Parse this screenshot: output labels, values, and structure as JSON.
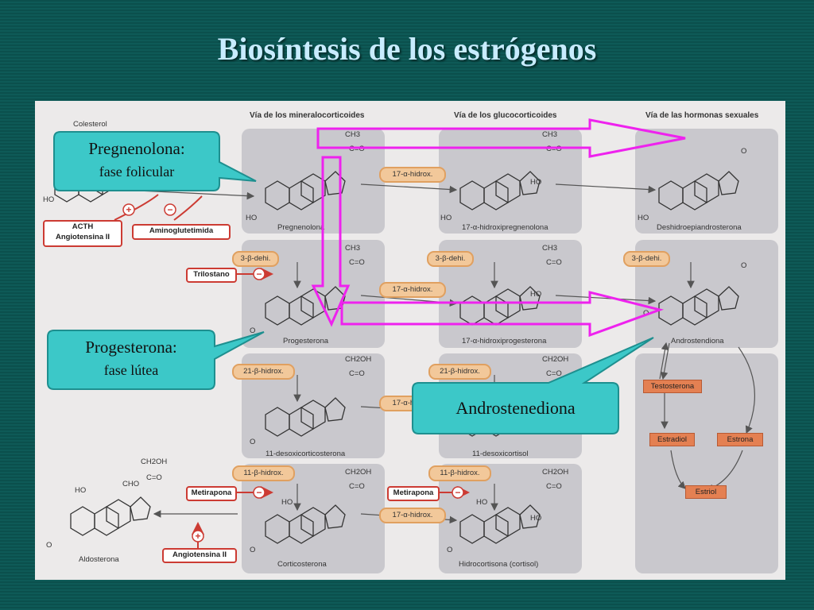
{
  "title": "Biosíntesis de los estrógenos",
  "columns": {
    "mineral": "Vía de los mineralocorticoides",
    "gluco": "Vía de los glucocorticoides",
    "sexual": "Vía de las hormonas sexuales"
  },
  "compounds": {
    "colesterol": "Colesterol",
    "pregnenolona": "Pregnenolona",
    "hidroxipregnenolona": "17-α-hidroxipregnenolona",
    "deshidroepiandrosterona": "Deshidroepiandrosterona",
    "progesterona": "Progesterona",
    "hidroxiprogesterona": "17-α-hidroxiprogesterona",
    "androstendiona": "Androstendiona",
    "desoxicorticosterona": "11-desoxicorticosterona",
    "desoxicortisol": "11-desoxicortisol",
    "corticosterona": "Corticosterona",
    "hidrocortisona": "Hidrocortisona (cortisol)",
    "aldosterona": "Aldosterona"
  },
  "enzymes": {
    "hidrox17": "17-α-hidrox.",
    "dehi3": "3-β-dehi.",
    "hidrox21": "21-β-hidrox.",
    "hidrox11": "11-β-hidrox."
  },
  "regulators": {
    "acth": "ACTH",
    "angiotensina": "Angiotensina II",
    "aminoglutetimida": "Aminoglutetimida",
    "trilostano": "Trilostano",
    "metirapona": "Metirapona"
  },
  "hormones": {
    "testosterona": "Testosterona",
    "estradiol": "Estradiol",
    "estrona": "Estrona",
    "estriol": "Estriol"
  },
  "groups": {
    "ch3": "CH3",
    "ch2oh": "CH2OH",
    "co": "C=O",
    "ho": "HO",
    "o": "O",
    "cho": "CHO",
    "plus": "+",
    "minus": "−"
  },
  "callouts": {
    "pregnenolona_l1": "Pregnenolona:",
    "pregnenolona_l2": "fase folicular",
    "progesterona_l1": "Progesterona:",
    "progesterona_l2": "fase lútea",
    "androstenediona": "Androstenediona"
  },
  "colors": {
    "background": "#0e5a57",
    "title": "#c8ecff",
    "callout_fill": "#3cc8c8",
    "callout_border": "#1e8f8f",
    "magenta_arrow": "#ee22ee",
    "panel": "#c9c8cd",
    "step_fill": "#f2c89a",
    "hormone_fill": "#e48052",
    "regulator_border": "#cc3b33"
  }
}
